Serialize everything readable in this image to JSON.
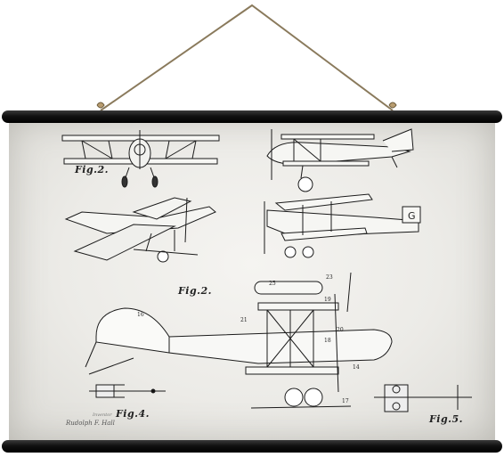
{
  "figures": {
    "fig_2_top": "Fig.2.",
    "fig_2_center": "Fig.2.",
    "fig_4": "Fig.4.",
    "fig_5": "Fig.5."
  },
  "signature": {
    "witness": "Inventor",
    "name": "Rudolph F. Hall"
  },
  "callouts": {
    "c16": "16",
    "c21a": "21",
    "c19": "19",
    "c18": "18",
    "c17": "17",
    "c25": "25",
    "c23": "23",
    "c20": "20",
    "c14": "14"
  }
}
